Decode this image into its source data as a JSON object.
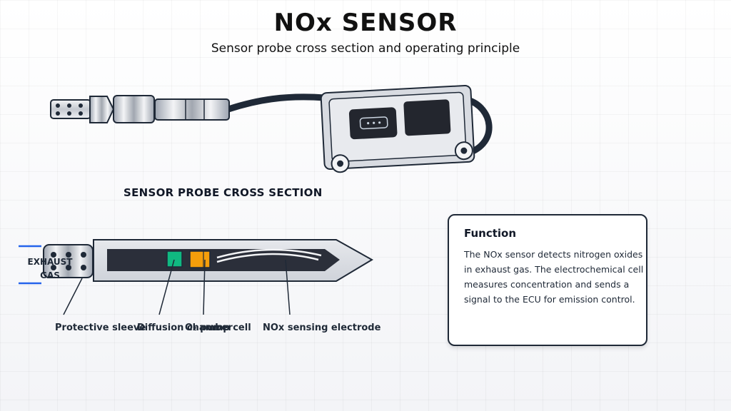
{
  "header": {
    "title": "NOx SENSOR",
    "subtitle": "Sensor probe cross section and operating principle"
  },
  "cross_section": {
    "heading": "SENSOR PROBE CROSS SECTION",
    "exhaust_label": "EXHAUST GAS",
    "labels": {
      "protective_sleeve": "Protective sleeve",
      "diffusion_chamber": "Diffusion chamber",
      "o2_pump_cell": "O₂ pump cell",
      "nox_electrode": "NOx sensing electrode"
    }
  },
  "function_box": {
    "title": "Function",
    "body": "The NOx sensor detects nitrogen oxides in exhaust gas. The electrochemical cell measures concentration and sends a signal to the ECU for emission control."
  },
  "colors": {
    "outline": "#1f2937",
    "dark_fill": "#2b2f3a",
    "diffusion_chamber": "#10b981",
    "o2_pump_cell": "#f59e0b",
    "exhaust_marker": "#2563eb",
    "metal_light": "#e5e7eb",
    "metal_dark": "#9ca3af"
  }
}
